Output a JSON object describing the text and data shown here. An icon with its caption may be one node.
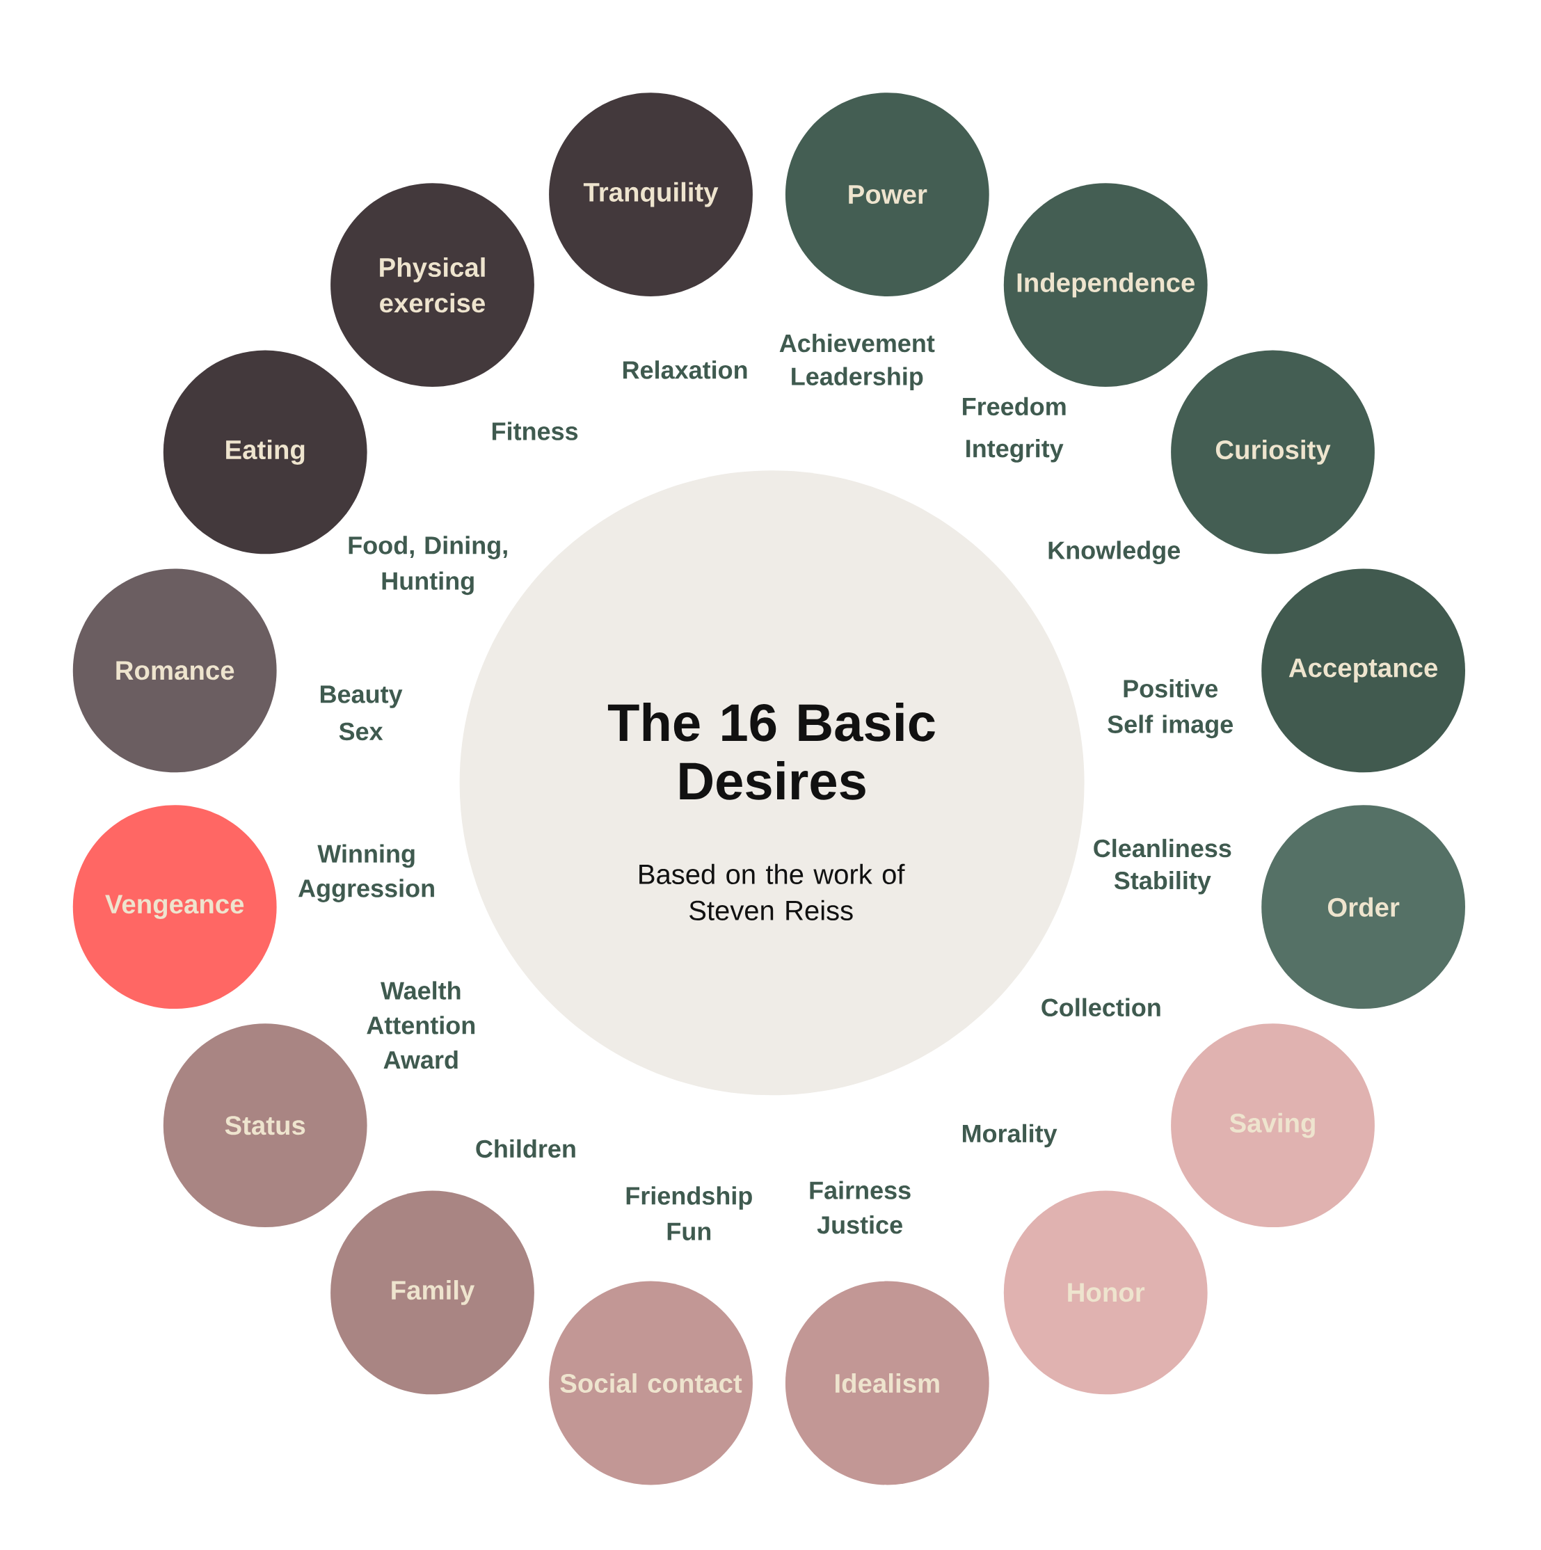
{
  "diagram": {
    "nodes": [
      {
        "text": [
          "The 16 Basic Desires",
          "Based on the work of Steven Reiss"
        ]
      },
      {
        "text": [
          "Tranquility"
        ]
      },
      {
        "text": [
          "Power"
        ]
      },
      {
        "text": [
          "Independence"
        ]
      },
      {
        "text": [
          "Curiosity"
        ]
      },
      {
        "text": [
          "Acceptance"
        ]
      },
      {
        "text": [
          "Order"
        ]
      },
      {
        "text": [
          "Saving"
        ]
      },
      {
        "text": [
          "Honor"
        ]
      },
      {
        "text": [
          "Idealism"
        ]
      },
      {
        "text": [
          "Social contact"
        ]
      },
      {
        "text": [
          "Family"
        ]
      },
      {
        "text": [
          "Status"
        ]
      },
      {
        "text": [
          "Vengeance"
        ]
      },
      {
        "text": [
          "Romance"
        ]
      },
      {
        "text": [
          "Eating"
        ]
      },
      {
        "text": [
          "Physical exercise"
        ]
      }
    ],
    "labels": [
      "Relaxation",
      "Achievement",
      "Leadership",
      "Freedom",
      "Integrity",
      "Knowledge",
      "Positive Self image",
      "Cleanliness",
      "Stability",
      "Collection",
      "Morality",
      "Fairness",
      "Justice",
      "Friendship",
      "Fun",
      "Children",
      "Waelth",
      "Attention",
      "Award",
      "Winning",
      "Aggression",
      "Beauty",
      "Sex",
      "Food, Dining, Hunting",
      "Fitness"
    ]
  }
}
